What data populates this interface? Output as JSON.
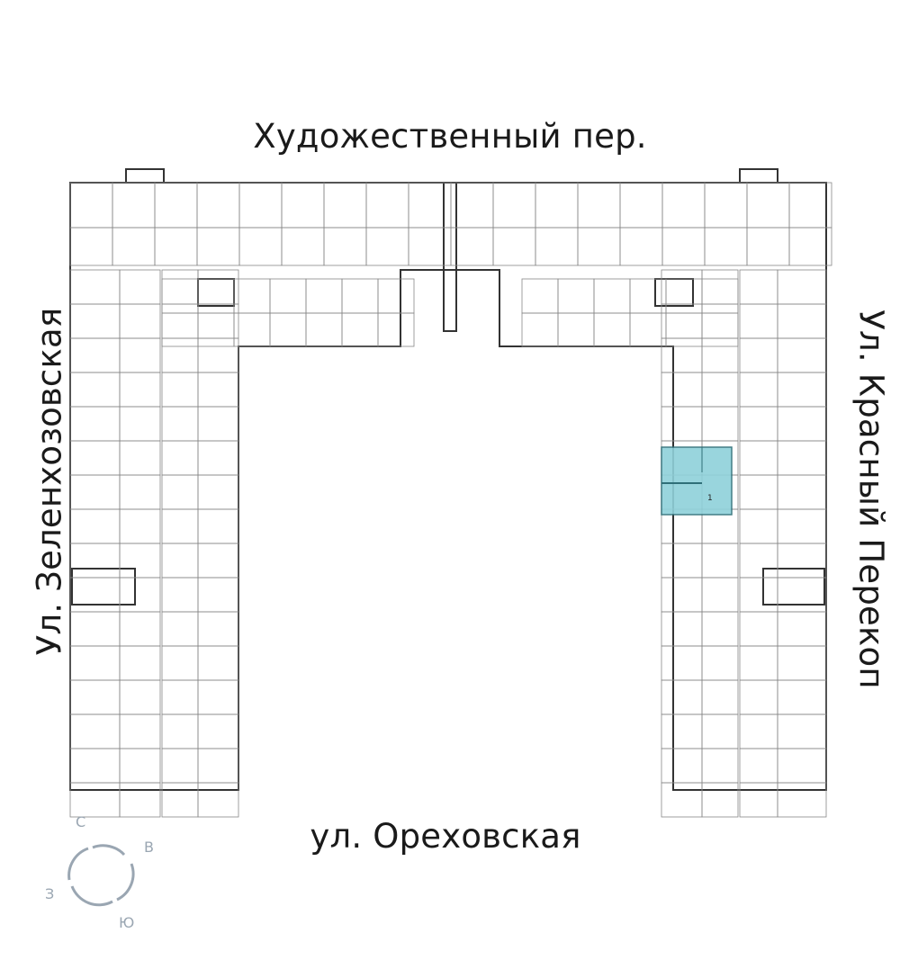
{
  "streets": {
    "top": "Художественный пер.",
    "bottom": "ул. Ореховская",
    "left": "Ул. Зеленхозовская",
    "right": "Ул. Красный Перекоп"
  },
  "compass": {
    "north": "С",
    "east": "В",
    "south": "Ю",
    "west": "З"
  },
  "highlighted_apartment": {
    "rooms": "1",
    "color": "#8fd1da"
  },
  "colors": {
    "wall": "#333333",
    "line": "#777777",
    "compass": "#9aa6b2"
  }
}
